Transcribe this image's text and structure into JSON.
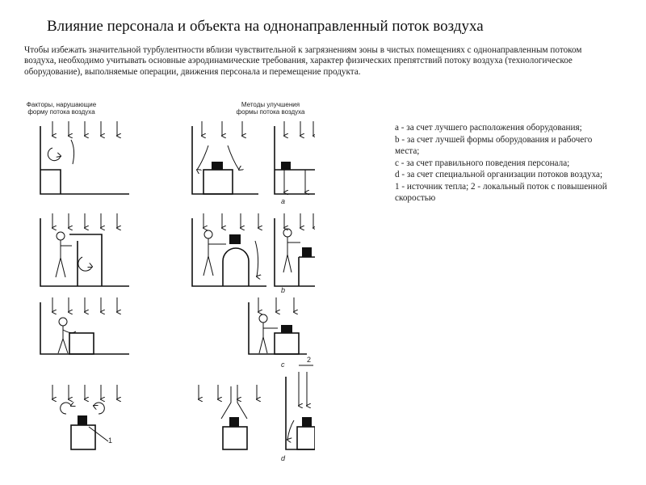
{
  "slide": {
    "title": "Влияние персонала и объекта на однонаправленный поток воздуха",
    "intro": "Чтобы избежать значительной турбулентности вблизи чувствительной к загрязнениям зоны в чистых помещениях с однонаправленным потоком воздуха, необходимо учитывать основные аэродинамические требования, характер физических препятствий потоку воздуха (технологическое оборудование), выполняемые операции, движения персонала и перемещение продукта."
  },
  "figure": {
    "left_caption_line1": "Факторы, нарушающие",
    "left_caption_line2": "форму потока воздуха",
    "right_caption_line1": "Методы улучшения",
    "right_caption_line2": "формы потока воздуха",
    "label_a": "a",
    "label_b": "b",
    "label_c": "c",
    "label_d": "d",
    "label_1": "1",
    "label_2": "2"
  },
  "legend": {
    "a": "a - за счет лучшего расположения оборудования;",
    "b": "b - за счет лучшей формы оборудования и рабочего места;",
    "c": "c - за счет правильного поведения персонала;",
    "d": " d - за счет специальной организации потоков воздуха;",
    "n": " 1 - источник тепла; 2 - локальный поток с повышенной скоростью"
  }
}
